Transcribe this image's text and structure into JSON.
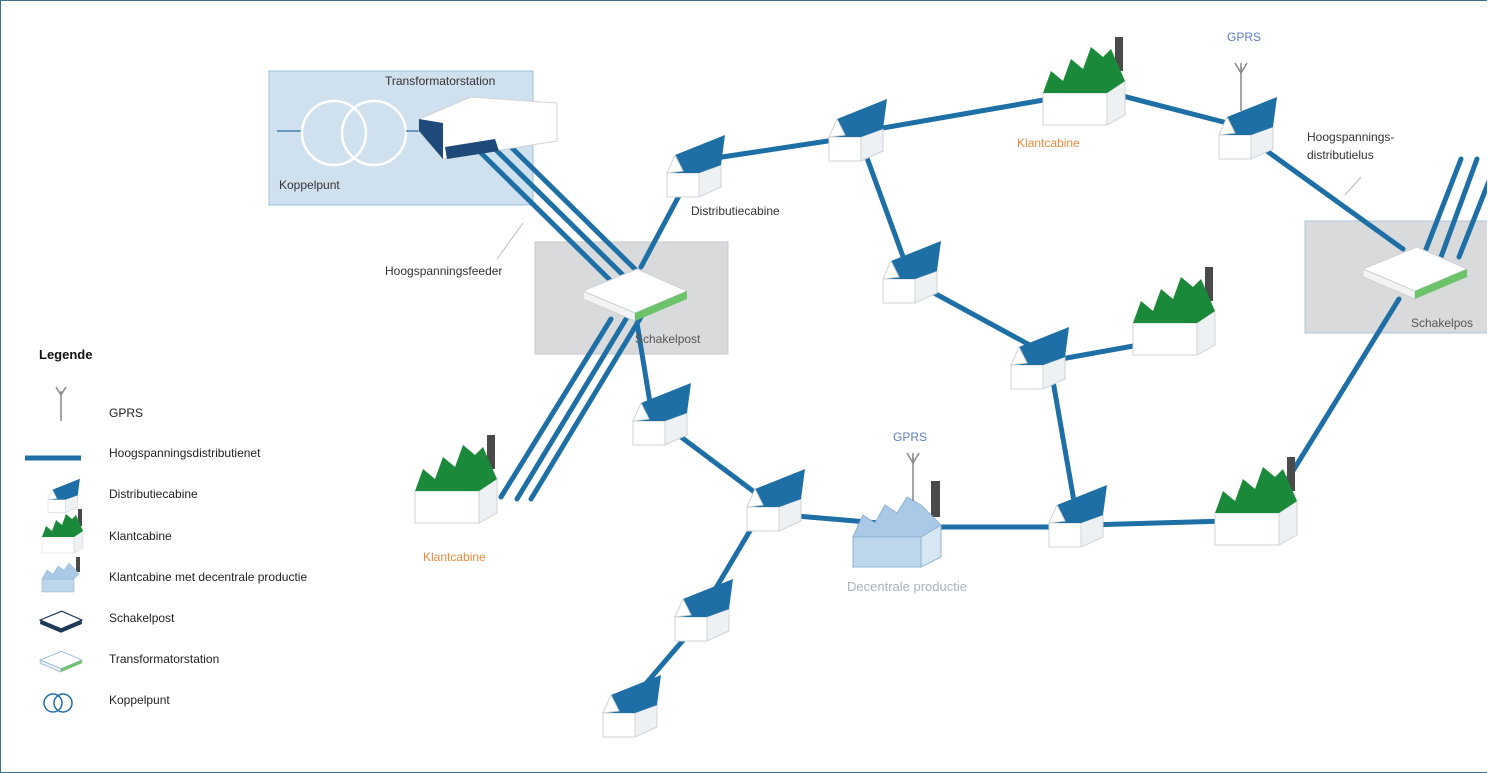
{
  "labels": {
    "transformatorstation": "Transformatorstation",
    "koppelpunt": "Koppelpunt",
    "hoogspanningsfeeder": "Hoogspanningsfeeder",
    "distributiecabine": "Distributiecabine",
    "schakelpost_left": "Schakelpost",
    "schakelpost_right": "Schakelpos",
    "klantcabine_top": "Klantcabine",
    "klantcabine_left": "Klantcabine",
    "gprs_top": "GPRS",
    "gprs_bottom": "GPRS",
    "hoogspannings_line1": "Hoogspannings-",
    "hoogspannings_line2": "distributielus",
    "decentrale_productie": "Decentrale productie"
  },
  "legend": {
    "title": "Legende",
    "items": [
      {
        "icon": "gprs-antenna-icon",
        "label": "GPRS"
      },
      {
        "icon": "cable-line-icon",
        "label": "Hoogspanningsdistributienet"
      },
      {
        "icon": "distribution-cabin-icon",
        "label": "Distributiecabine"
      },
      {
        "icon": "customer-cabin-icon",
        "label": "Klantcabine"
      },
      {
        "icon": "decentral-production-icon",
        "label": "Klantcabine met decentrale productie"
      },
      {
        "icon": "switching-post-icon",
        "label": "Schakelpost"
      },
      {
        "icon": "transformer-station-icon",
        "label": "Transformatorstation"
      },
      {
        "icon": "coupling-point-icon",
        "label": "Koppelpunt"
      }
    ]
  },
  "colors": {
    "cable": "#1e6fa6",
    "cabin_roof": "#1e6fa6",
    "factory_roof": "#1a8a3a",
    "switch_accent": "#6cc36a",
    "highlight_box": "#cfe1ef",
    "grey_box": "#d9dadb",
    "orange_label": "#e98a3c",
    "blue_label": "#5a7fc7"
  }
}
